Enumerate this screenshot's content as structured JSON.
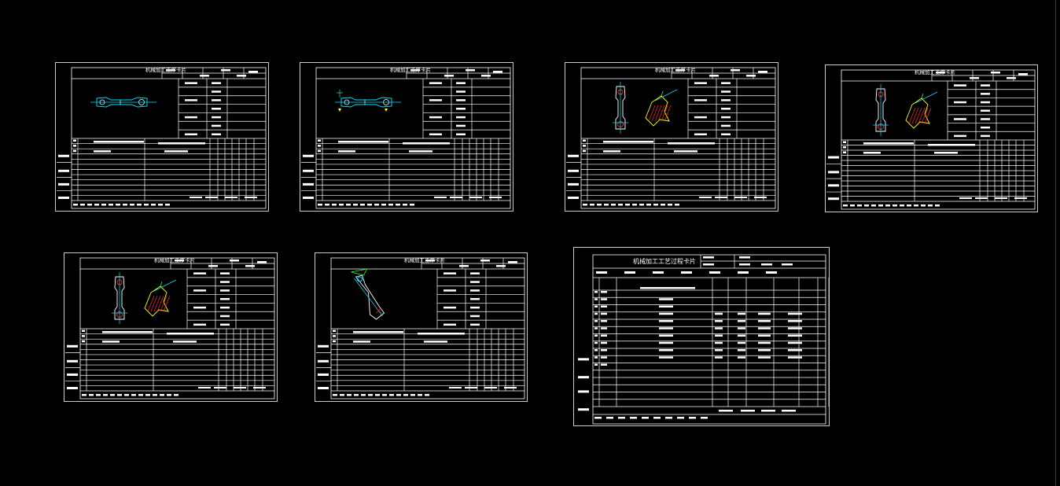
{
  "app": {
    "background": "#000000",
    "line_color": "#ffffff",
    "accent_cyan": "#00e5ff",
    "accent_yellow": "#ffff00",
    "accent_red": "#ff2a2a",
    "accent_green": "#33ff33"
  },
  "sheets": [
    {
      "title": "机械加工工序卡片",
      "kind": "operation",
      "part": "horizontal-cyan"
    },
    {
      "title": "机械加工工序卡片",
      "kind": "operation",
      "part": "horizontal-fixture"
    },
    {
      "title": "机械加工工序卡片",
      "kind": "operation",
      "part": "vertical-plus-section"
    },
    {
      "title": "机械加工工序卡片",
      "kind": "operation",
      "part": "vertical-plus-section"
    },
    {
      "title": "机械加工工序卡片",
      "kind": "operation",
      "part": "vertical-plus-section"
    },
    {
      "title": "机械加工工序卡片",
      "kind": "operation",
      "part": "tilted"
    },
    {
      "title": "机械加工工艺过程卡片",
      "kind": "process",
      "part": "none"
    }
  ]
}
